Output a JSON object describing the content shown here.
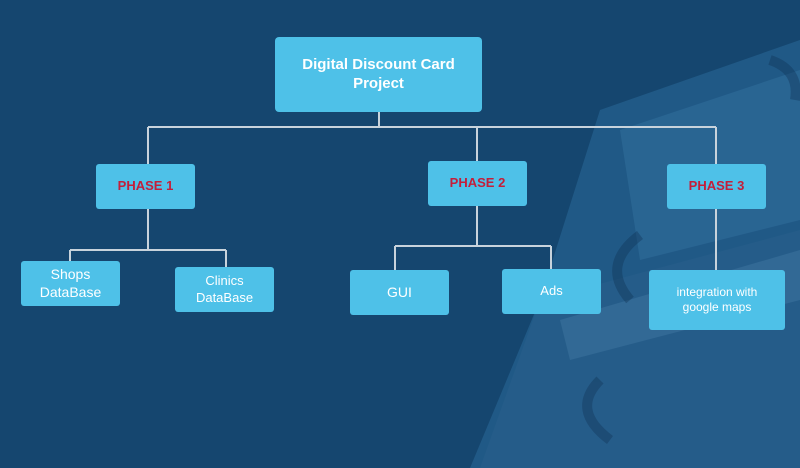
{
  "diagram": {
    "root": {
      "line1": "Digital Discount Card",
      "line2": "Project"
    },
    "phases": [
      {
        "label": "PHASE 1"
      },
      {
        "label": "PHASE 2"
      },
      {
        "label": "PHASE 3"
      }
    ],
    "leaves": {
      "shops": {
        "line1": "Shops",
        "line2": "DataBase"
      },
      "clinics": {
        "line1": "Clinics",
        "line2": "DataBase"
      },
      "gui": {
        "label": "GUI"
      },
      "ads": {
        "label": "Ads"
      },
      "gmaps": {
        "line1": "integration with",
        "line2": "google maps"
      }
    }
  },
  "colors": {
    "background": "#15466f",
    "node_fill": "#4ec1e8",
    "node_text": "#ffffff",
    "phase_text": "#c41e3a",
    "connector": "#c8d3dc"
  }
}
